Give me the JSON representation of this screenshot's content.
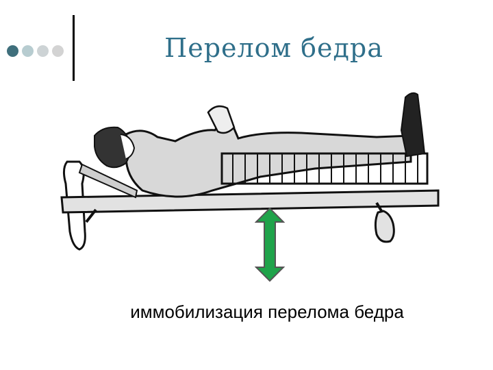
{
  "slide": {
    "title": "Перелом бедра",
    "caption": "иммобилизация перелома бедра"
  },
  "colors": {
    "title": "#2f6f8a",
    "arrow": "#1fa34a",
    "dot_primary": "#3f6f7c",
    "dot_secondary": "#b7ccd0"
  },
  "illustration": {
    "subject": "injured-person-on-stretcher-with-leg-splint"
  }
}
